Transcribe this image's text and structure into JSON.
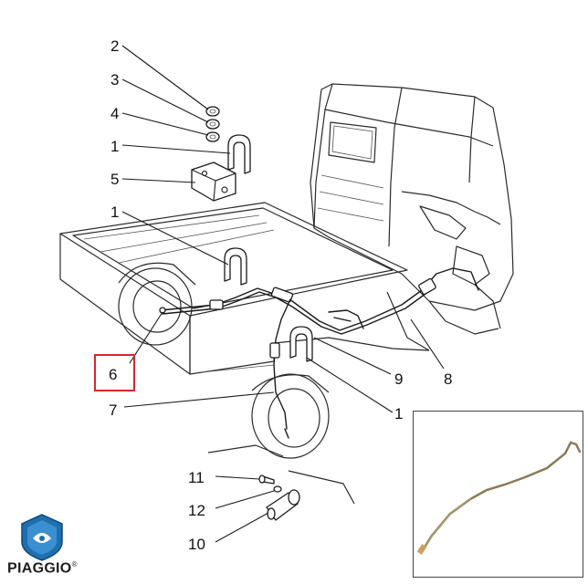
{
  "brand": {
    "name": "PIAGGIO",
    "mark": "®"
  },
  "callouts": {
    "c1a": "1",
    "c1b": "1",
    "c1c": "1",
    "c2": "2",
    "c3": "3",
    "c4": "4",
    "c5": "5",
    "c6": "6",
    "c7": "7",
    "c8": "8",
    "c9": "9",
    "c10": "10",
    "c11": "11",
    "c12": "12"
  },
  "colors": {
    "highlight": "#d9262c",
    "cable_in_photo": "#8a7a55",
    "logo_blue": "#1f6fae"
  }
}
